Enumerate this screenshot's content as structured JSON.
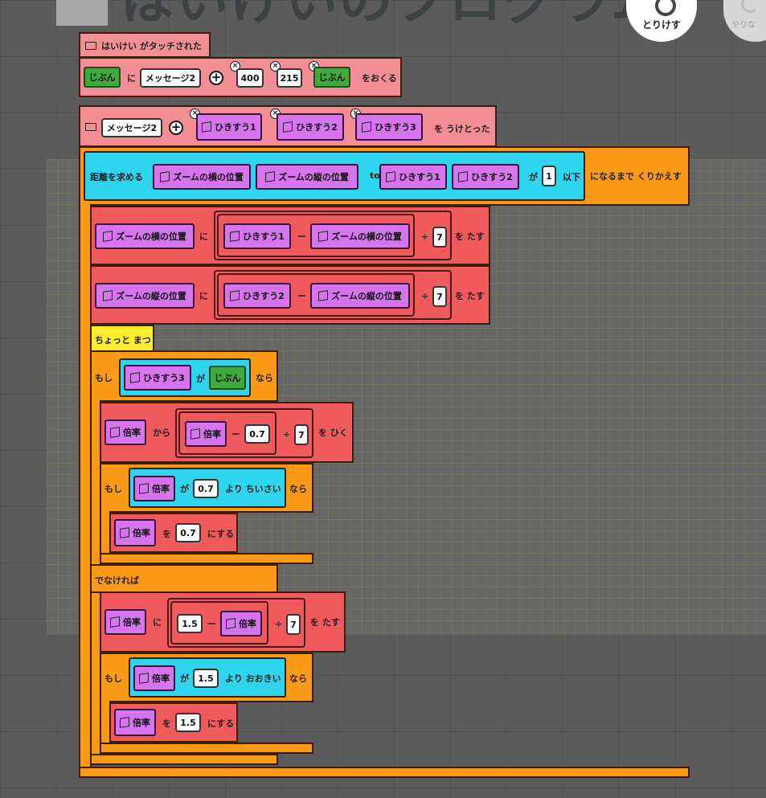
{
  "header": {
    "title": "はいけいのプログラム",
    "undo_label": "とりけす",
    "redo_label": "やりな"
  },
  "event": {
    "when_touched": "はいけい がタッチされた"
  },
  "send": {
    "target": "じぶん",
    "ni": "に",
    "message": "メッセージ2",
    "arg1": "400",
    "arg2": "215",
    "arg3": "じぶん",
    "suffix": "をおくる"
  },
  "receive": {
    "message": "メッセージ2",
    "param1": "ひきすう1",
    "param2": "ひきすう2",
    "param3": "ひきすう3",
    "suffix": "を うけとった"
  },
  "repeat": {
    "distance_label": "距離を求める",
    "zoom_x": "ズームの横の位置",
    "zoom_y": "ズームの縦の位置",
    "to": "to",
    "p1": "ひきすう1",
    "p2": "ひきすう2",
    "ga": "が",
    "value": "1",
    "ika": "以下",
    "suffix": "になるまで くりかえす"
  },
  "add_x": {
    "var": "ズームの横の位置",
    "ni": "に",
    "p": "ひきすう1",
    "minus": "ー",
    "var2": "ズームの横の位置",
    "div": "÷",
    "divisor": "7",
    "suffix": "を たす"
  },
  "add_y": {
    "var": "ズームの縦の位置",
    "ni": "に",
    "p": "ひきすう2",
    "minus": "ー",
    "var2": "ズームの縦の位置",
    "div": "÷",
    "divisor": "7",
    "suffix": "を たす"
  },
  "wait": {
    "label": "ちょっと まつ"
  },
  "if_main": {
    "moshi": "もし",
    "p": "ひきすう3",
    "ga": "が",
    "value": "じぶん",
    "nara": "なら"
  },
  "sub": {
    "var": "倍率",
    "kara": "から",
    "var2": "倍率",
    "minus": "ー",
    "value": "0.7",
    "div": "÷",
    "divisor": "7",
    "suffix": "を ひく"
  },
  "if_small": {
    "moshi": "もし",
    "var": "倍率",
    "ga": "が",
    "value": "0.7",
    "cond": "より ちいさい",
    "nara": "なら"
  },
  "set_small": {
    "var": "倍率",
    "wo": "を",
    "value": "0.7",
    "suffix": "にする"
  },
  "else": {
    "label": "でなければ"
  },
  "add_big": {
    "var": "倍率",
    "ni": "に",
    "value": "1.5",
    "minus": "ー",
    "var2": "倍率",
    "div": "÷",
    "divisor": "7",
    "suffix": "を たす"
  },
  "if_big": {
    "moshi": "もし",
    "var": "倍率",
    "ga": "が",
    "value": "1.5",
    "cond": "より おおきい",
    "nara": "なら"
  },
  "set_big": {
    "var": "倍率",
    "wo": "を",
    "value": "1.5",
    "suffix": "にする"
  }
}
